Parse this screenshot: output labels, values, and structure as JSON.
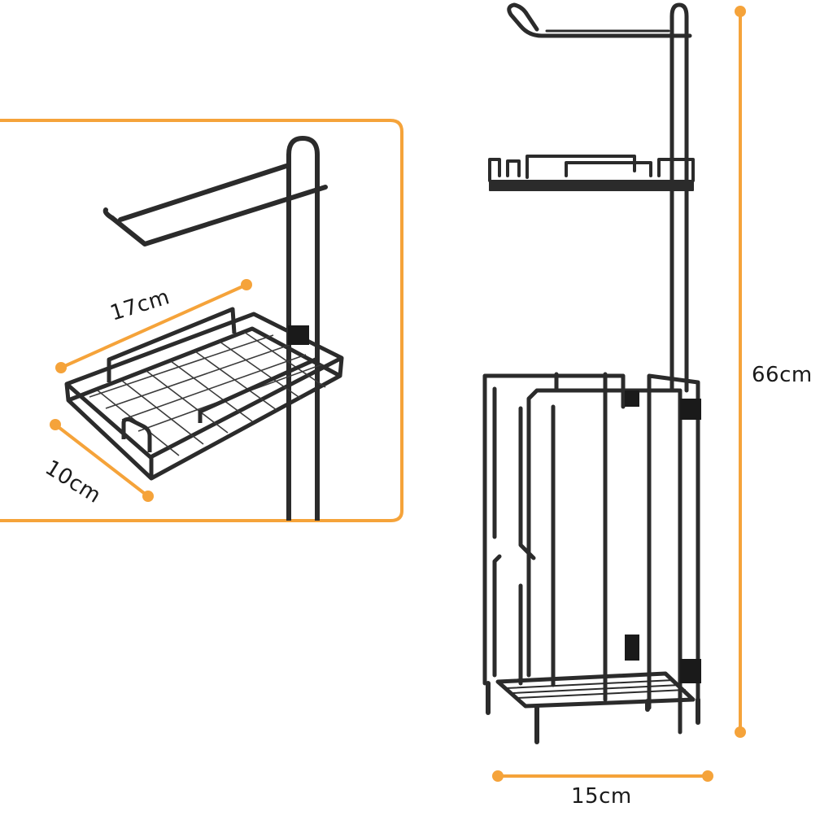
{
  "product": "toilet paper holder stand with shelf and storage basket",
  "colors": {
    "accent": "#f5a33a",
    "frame": "#2b2b2b",
    "frame_dark": "#1a1a1a"
  },
  "dimensions": {
    "shelf_length": "17cm",
    "shelf_width": "10cm",
    "height": "66cm",
    "base_width": "15cm"
  }
}
